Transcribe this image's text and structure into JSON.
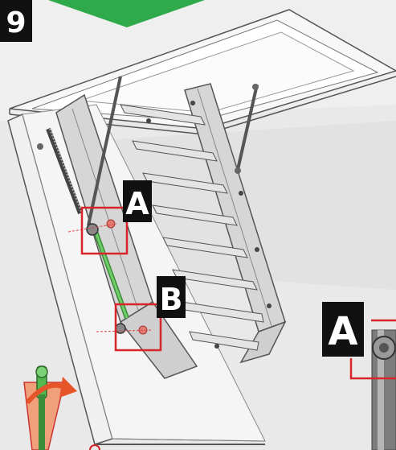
{
  "step": {
    "number": "9"
  },
  "callouts": {
    "a_main": "A",
    "b_main": "B",
    "a_detail": "A"
  },
  "colors": {
    "step_badge": "#111111",
    "step_arrow": "#2eaa4a",
    "highlight_box": "#d8252b",
    "green_rod": "#5fbf5a",
    "green_handle": "#55b84e",
    "orange_arrow": "#e6542a",
    "ceiling": "#eeeeee",
    "wall": "#e6e6e6",
    "ladder_wood": "#d9d9d9",
    "ladder_edge": "#666666"
  }
}
